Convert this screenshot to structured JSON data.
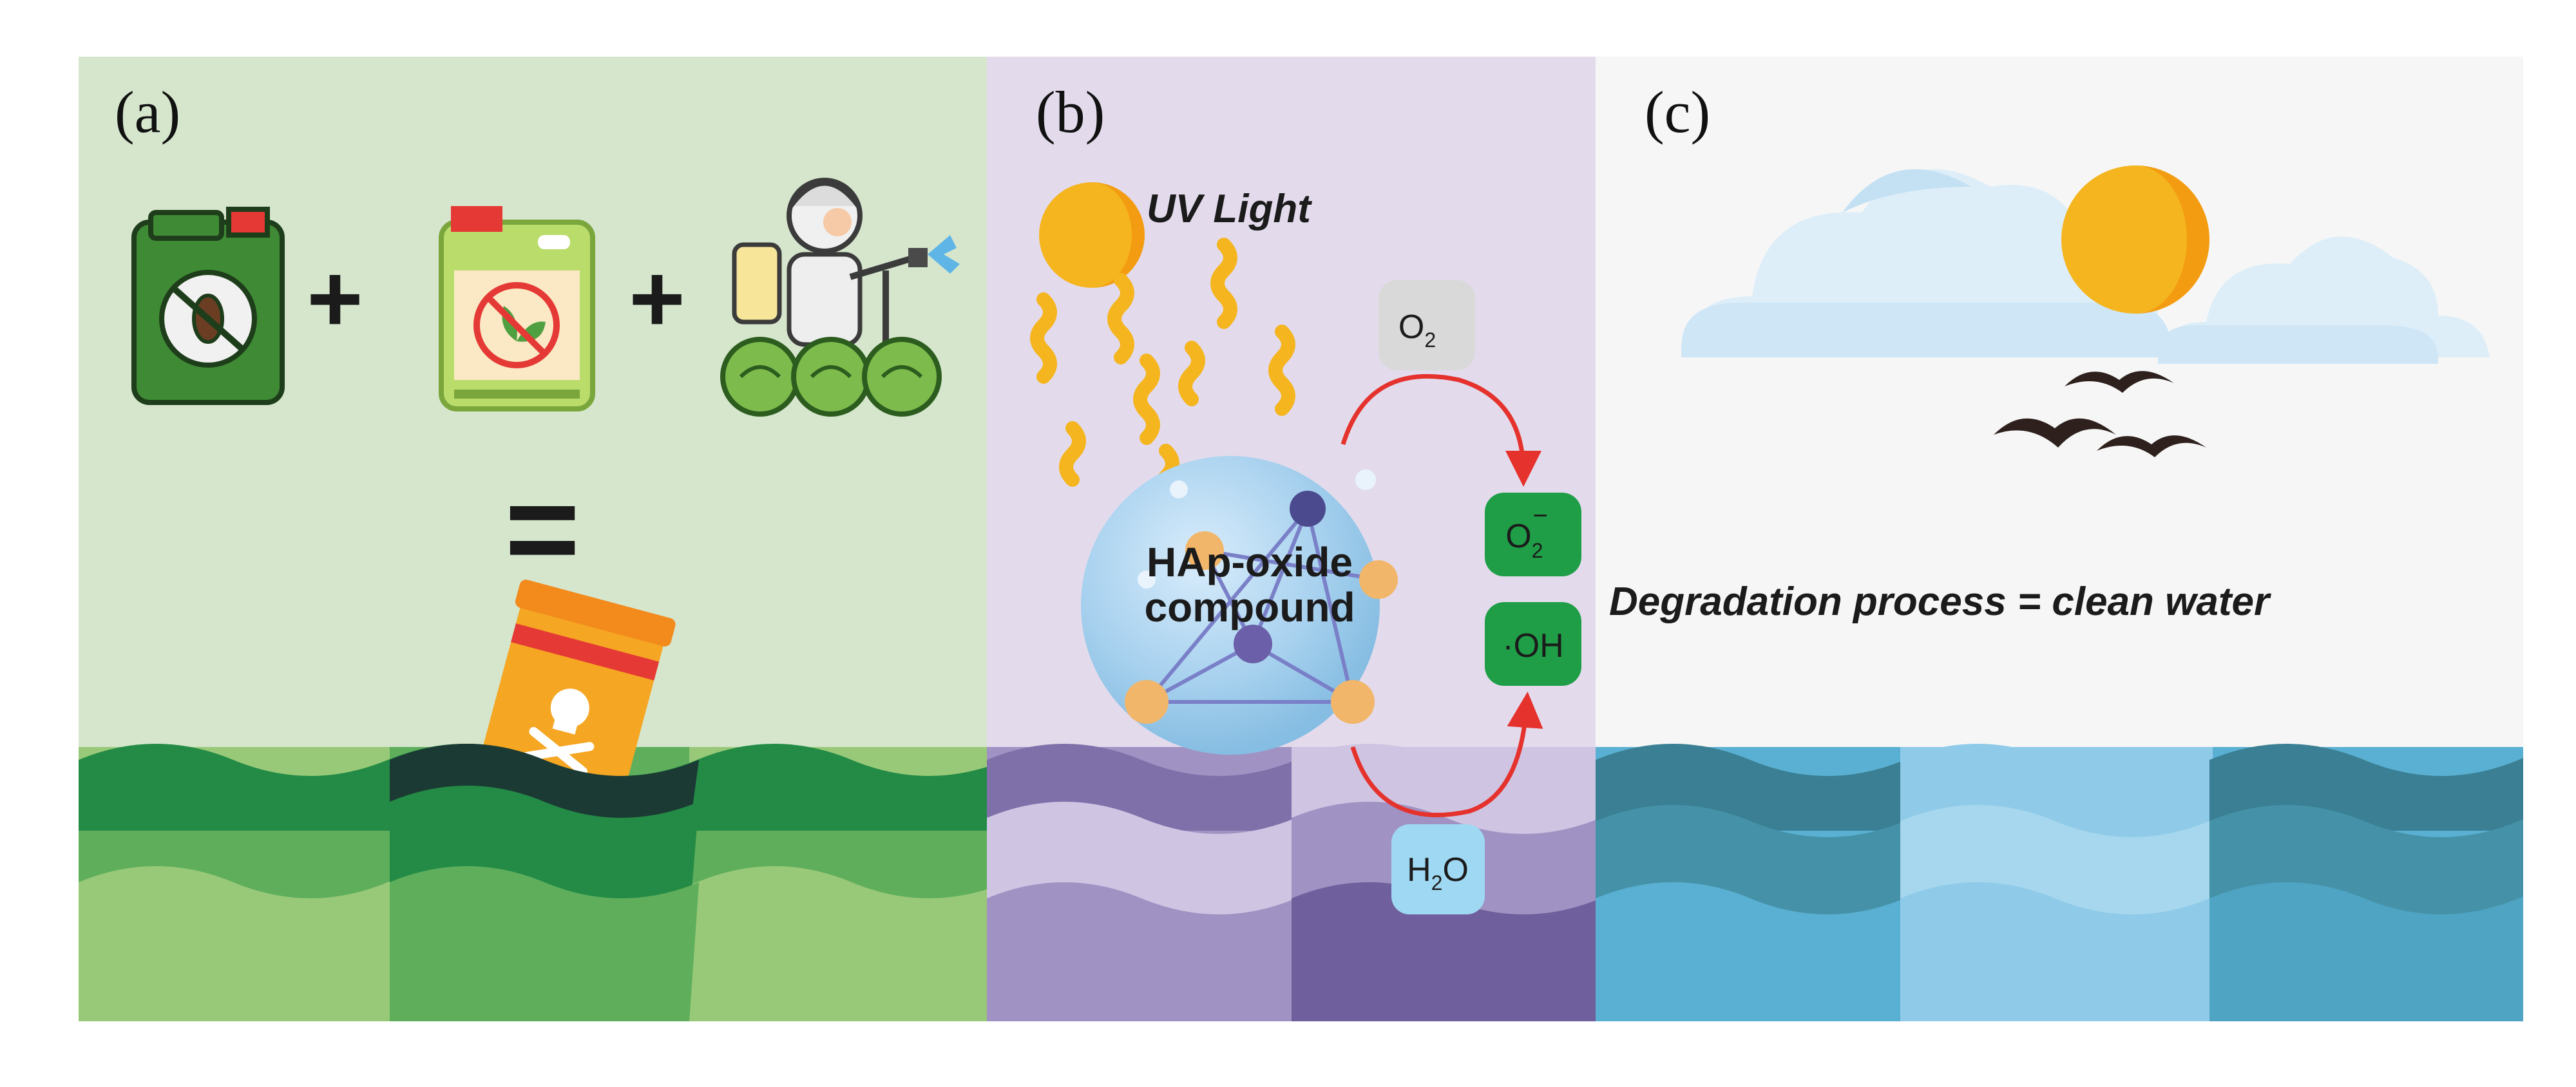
{
  "panels": {
    "a": {
      "label": "(a)"
    },
    "b": {
      "label": "(b)",
      "uv_label": "UV Light",
      "compound_line1": "HAp-oxide",
      "compound_line2": "compound",
      "o2": {
        "base": "O",
        "sub": "2"
      },
      "superoxide": {
        "base": "O",
        "sub": "2",
        "sup": "−"
      },
      "hydroxyl": "·OH",
      "water": {
        "base1": "H",
        "sub": "2",
        "base2": "O"
      }
    },
    "c": {
      "label": "(c)",
      "caption": "Degradation process = clean water"
    }
  },
  "symbols": {
    "plus": "+",
    "equals": "="
  },
  "icons": [
    "insecticide-container-icon",
    "herbicide-container-icon",
    "farmer-spraying-icon",
    "toxic-barrel-icon",
    "sun-icon",
    "uv-wave-icon",
    "molecule-icon",
    "cloud-icon",
    "bird-icon",
    "reaction-arrow-icon"
  ],
  "colors": {
    "panel_a_bg": "#d6e6cd",
    "panel_b_bg": "#e3dbec",
    "panel_c_bg": "#f6f6f6",
    "green_dark": "#238b46",
    "green_mid": "#5fae5c",
    "green_light": "#98c978",
    "purple_dark": "#6f5f9c",
    "purple_mid": "#a092c3",
    "purple_light": "#cfc5e2",
    "blue_dark": "#3a7f93",
    "blue_mid": "#5ab0d2",
    "blue_light": "#8fcbe8",
    "arrow_red": "#e5322d",
    "radical_green": "#1f9e47"
  }
}
